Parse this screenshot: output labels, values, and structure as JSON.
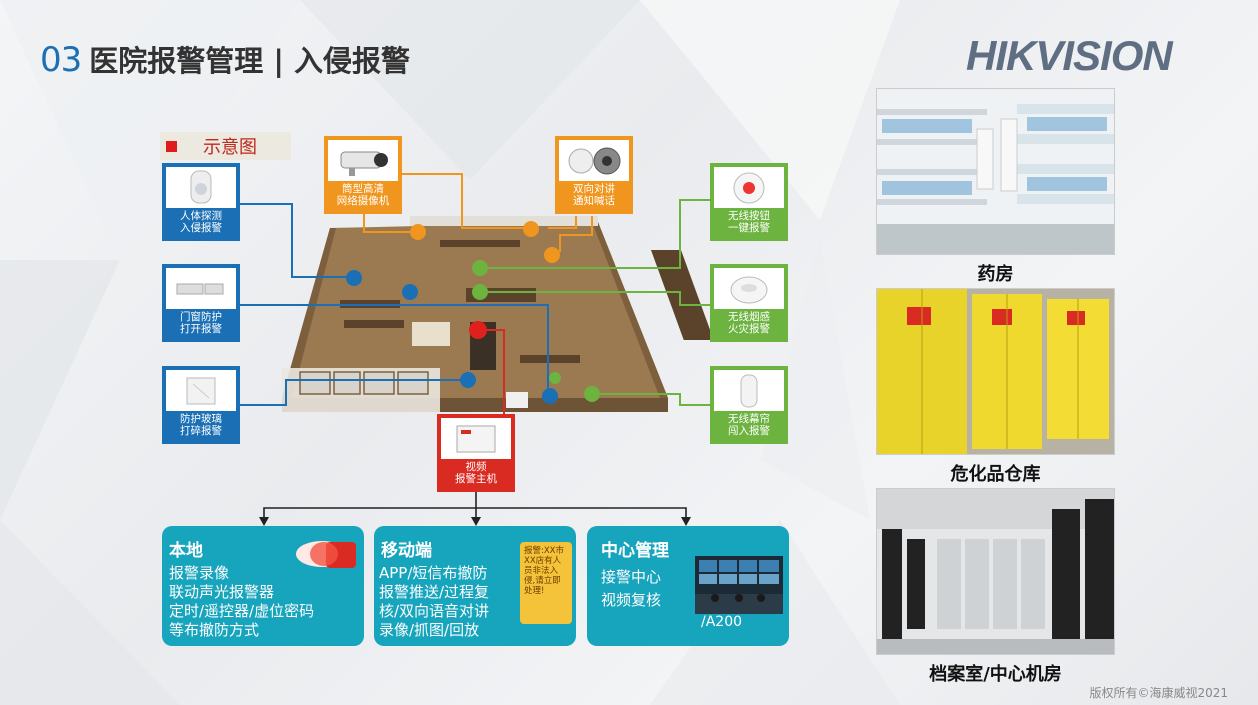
{
  "header": {
    "number": "03",
    "title": "医院报警管理 | 入侵报警"
  },
  "brand": {
    "logo_text": "HIKVISION",
    "color": "#5f6e82"
  },
  "legend": {
    "label": "示意图"
  },
  "devices": {
    "body_sensor": "人体探测\n入侵报警",
    "door_window": "门窗防护\n打开报警",
    "glass_break": "防护玻璃\n打碎报警",
    "camera": "筒型高清\n网络摄像机",
    "speaker": "双向对讲\n通知喊话",
    "button": "无线按钮\n一键报警",
    "smoke": "无线烟感\n火灾报警",
    "curtain": "无线幕帘\n闯入报警",
    "host": "视频\n报警主机"
  },
  "panels": {
    "local": {
      "title": "本地",
      "lines": [
        "报警录像",
        "联动声光报警器",
        "定时/遥控器/虚位密码",
        "等布撤防方式"
      ]
    },
    "mobile": {
      "title": "移动端",
      "lines": [
        "APP/短信布撤防",
        "报警推送/过程复",
        "核/双向语音对讲",
        "录像/抓图/回放"
      ],
      "phone_text": "报警:XX市XX店有人员非法入侵,请立即处理!"
    },
    "center": {
      "title": "中心管理",
      "lines": [
        "接警中心",
        "视频复核"
      ],
      "code": "/A200"
    }
  },
  "scenes": {
    "pharmacy": "药房",
    "hazmat": "危化品仓库",
    "archive": "档案室/中心机房"
  },
  "colors": {
    "blue": "#1a6fb5",
    "orange": "#f0961e",
    "green": "#6cb33f",
    "red": "#d92b22",
    "teal": "#17a5bd"
  },
  "footer": {
    "copyright": "版权所有©海康威视2021"
  }
}
